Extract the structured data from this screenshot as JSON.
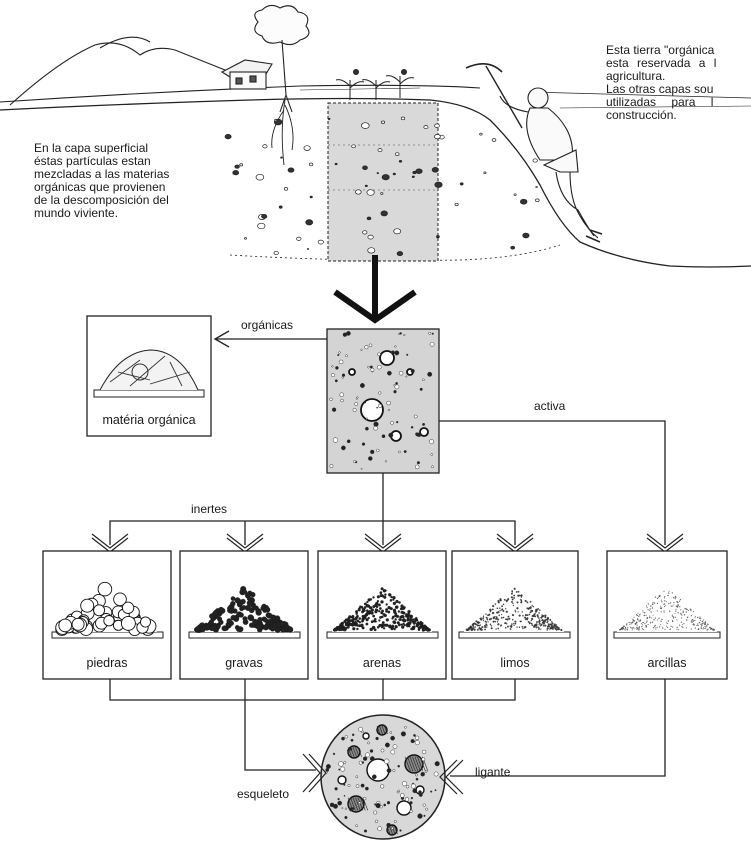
{
  "top_left_text": [
    "En la capa superficial",
    "éstas partículas estan",
    "mezcladas a las materias",
    "orgánicas que provienen",
    "de la descomposición del",
    "mundo viviente."
  ],
  "top_right_text": [
    "Esta tierra \"orgánica",
    "esta reservada a l",
    "agricultura.",
    "Las otras capas sou",
    "utilizadas para l",
    "construcción."
  ],
  "labels": {
    "organicas": "orgánicas",
    "activa": "activa",
    "inertes": "inertes",
    "esqueleto": "esqueleto",
    "ligante": "ligante"
  },
  "organic_box_label": "matéria orgánica",
  "components": [
    {
      "label": "piedras"
    },
    {
      "label": "gravas"
    },
    {
      "label": "arenas"
    },
    {
      "label": "limos"
    },
    {
      "label": "arcillas"
    }
  ]
}
